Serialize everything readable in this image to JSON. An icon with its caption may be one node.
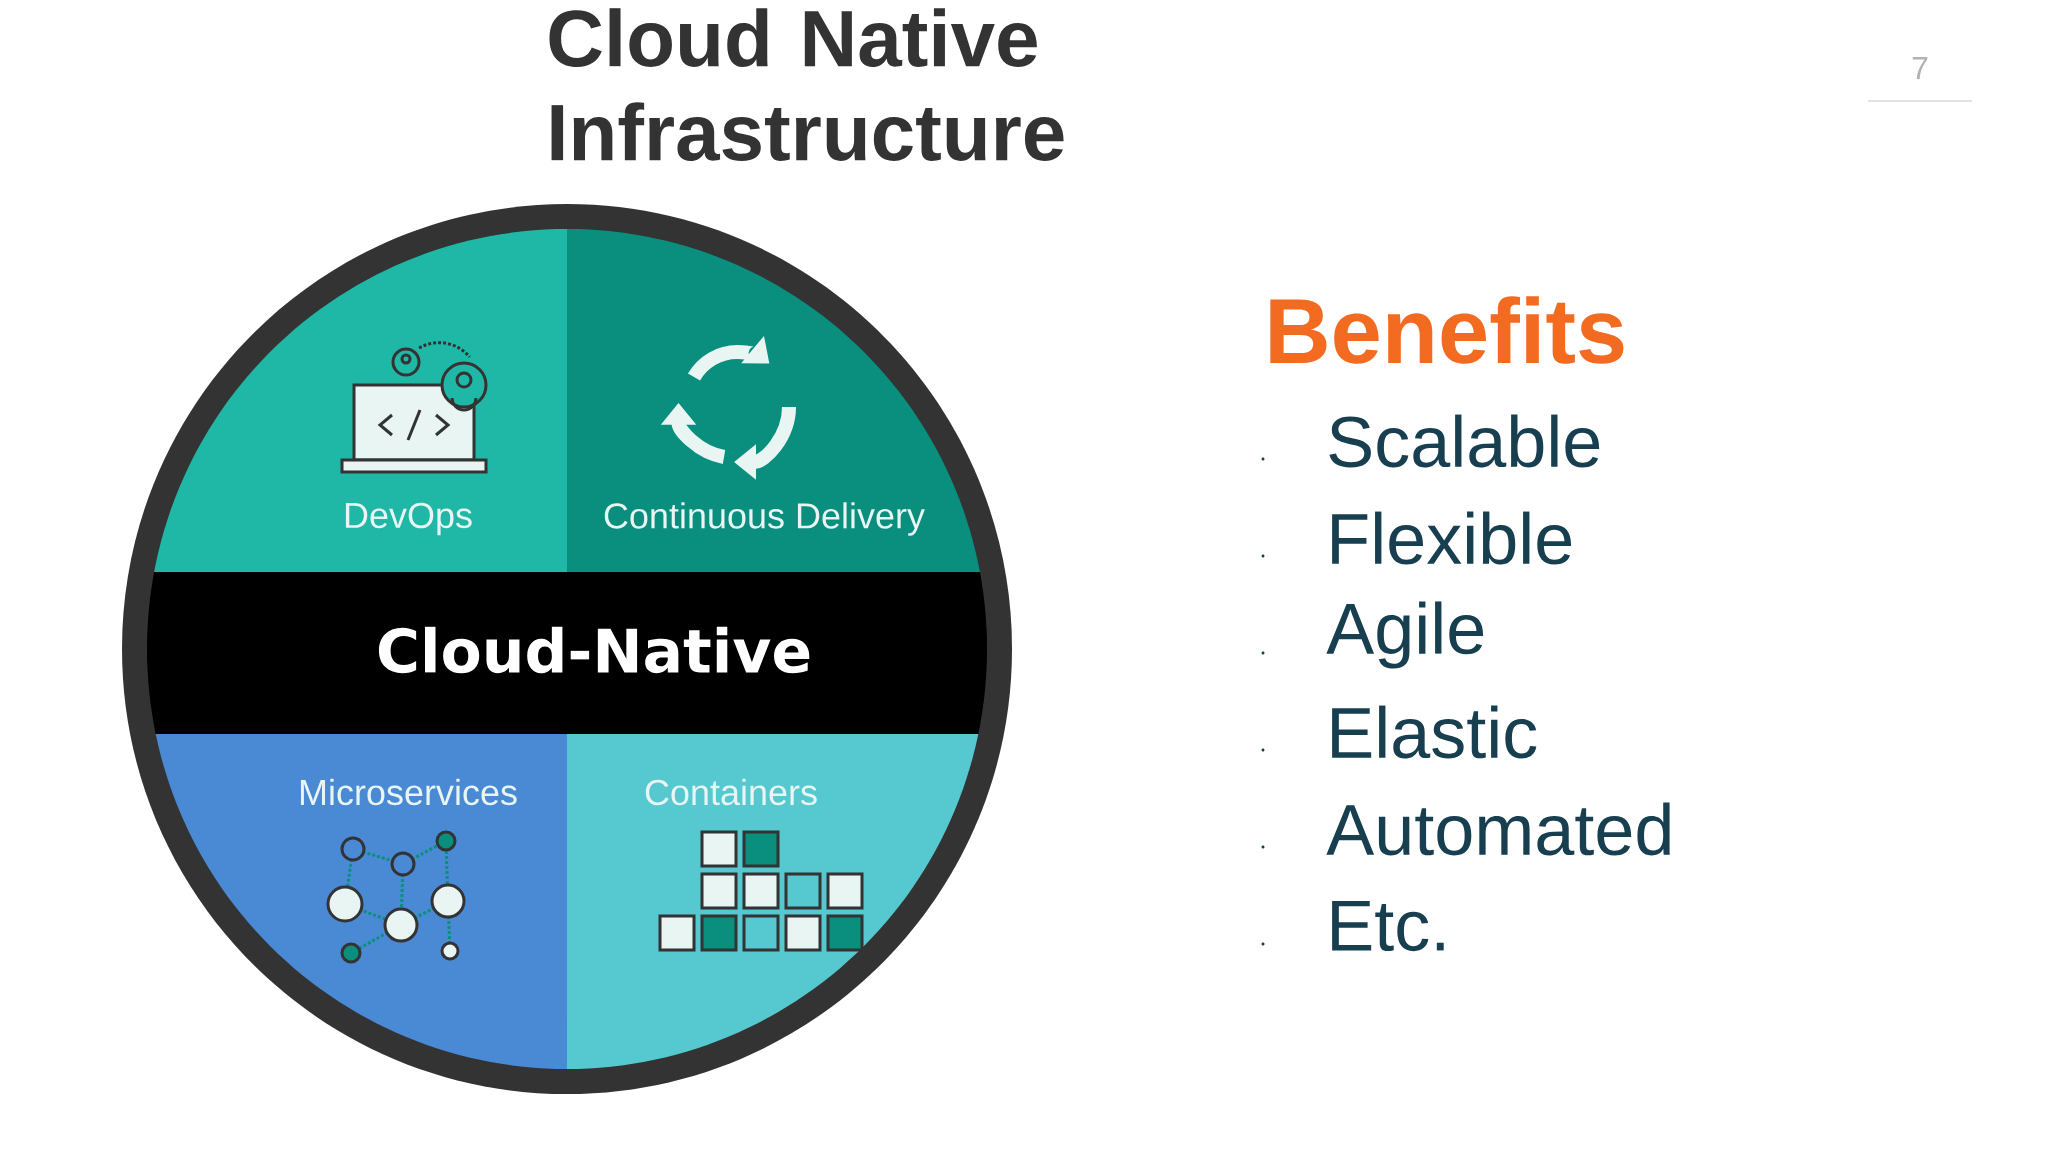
{
  "diagram": {
    "title": "Cloud Native Infrastructure",
    "nodes": [
      {
        "text": [
          "DevOps"
        ]
      },
      {
        "text": [
          "Continuous Delivery"
        ]
      },
      {
        "text": [
          "Cloud-Native"
        ]
      },
      {
        "text": [
          "Microservices"
        ]
      },
      {
        "text": [
          "Containers"
        ]
      }
    ],
    "labels": [
      "7",
      "Benefits",
      "Scalable",
      "Flexible",
      "Agile",
      "Elastic",
      "Automated",
      "Etc."
    ]
  }
}
